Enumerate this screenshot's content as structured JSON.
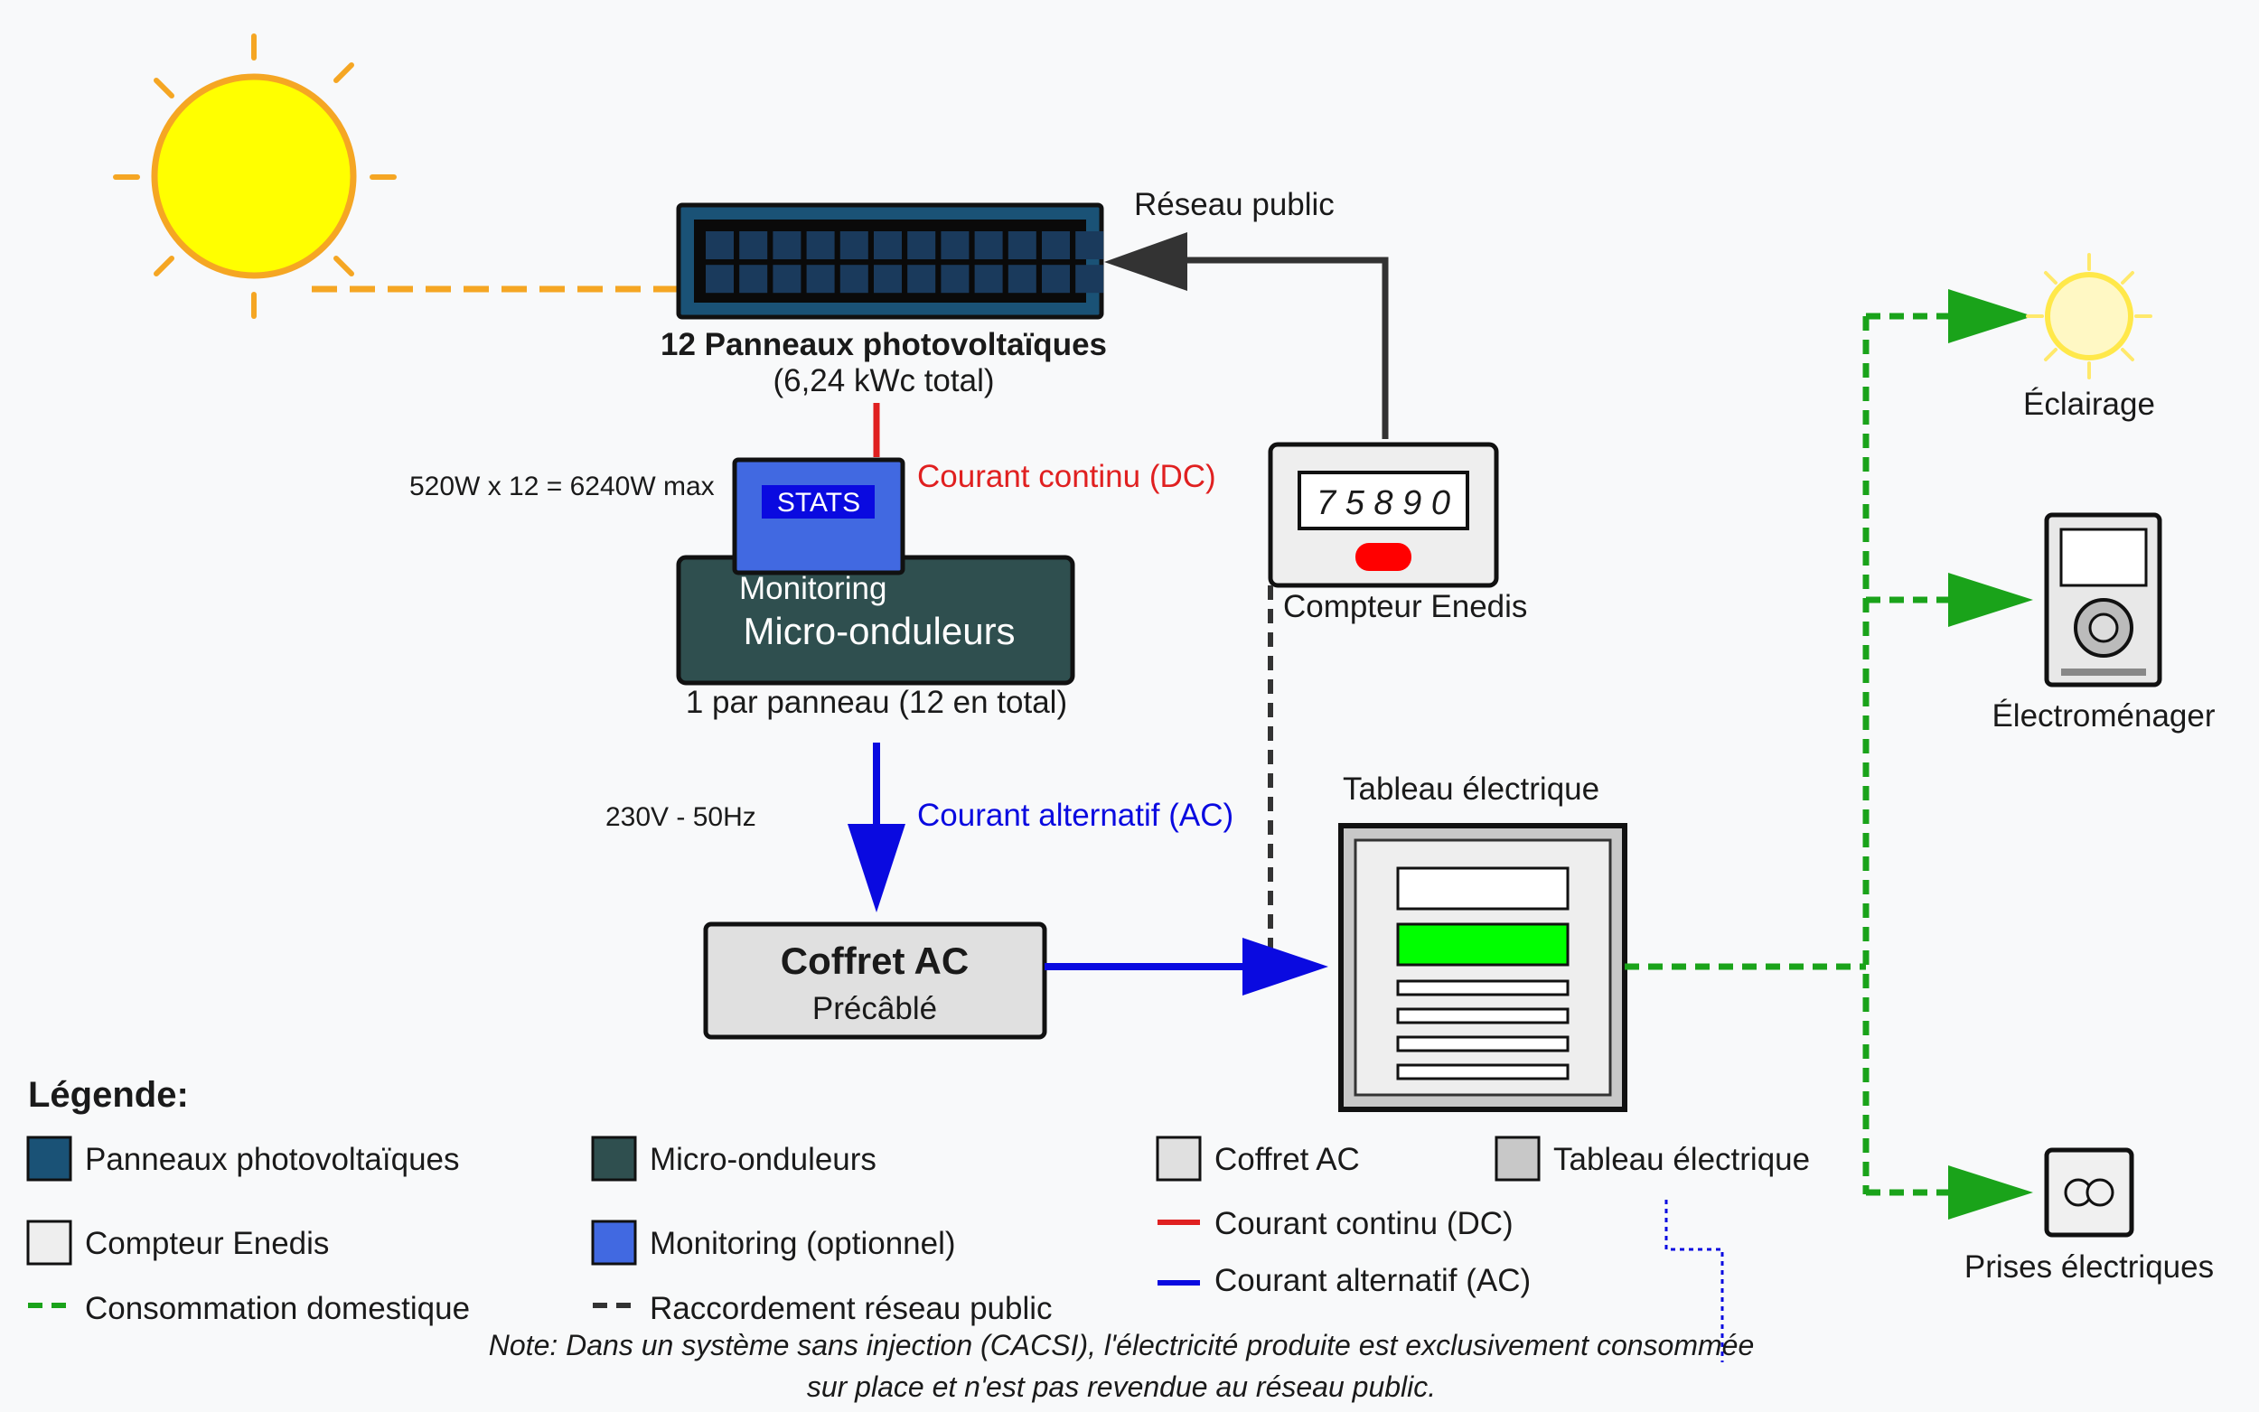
{
  "colors": {
    "background": "#f8f9fa",
    "sun": "#ffff00",
    "sun_stroke": "#f5a623",
    "panel": "#1a5276",
    "micro_inverter": "#2f4f4f",
    "monitoring": "#4169e1",
    "coffret": "#e0e0e0",
    "tableau": "#c8c8c8",
    "compteur": "#eeeeee",
    "dc": "#e02020",
    "ac": "#0a0ae0",
    "domestic": "#1aa31a",
    "grid": "#333333",
    "breaker_green": "#00ff00"
  },
  "icons": [
    "sun-icon",
    "lamp-icon",
    "appliance-icon",
    "outlet-icon",
    "meter-icon"
  ],
  "labels": {
    "panels_title": "12 Panneaux photovoltaïques",
    "panels_sub": "(6,24 kWc total)",
    "reseau_public": "Réseau public",
    "max_power": "520W x 12 = 6240W max",
    "stats": "STATS",
    "dc_label": "Courant continu (DC)",
    "monitoring": "Monitoring",
    "micro_onduleurs": "Micro-onduleurs",
    "micro_sub": "1 par panneau (12 en total)",
    "meter_display": "7 5 8 9 0",
    "compteur": "Compteur Enedis",
    "voltage": "230V - 50Hz",
    "ac_label": "Courant alternatif (AC)",
    "tableau": "Tableau électrique",
    "coffret_title": "Coffret AC",
    "coffret_sub": "Précâblé",
    "eclairage": "Éclairage",
    "electromenager": "Électroménager",
    "prises": "Prises électriques"
  },
  "legend": {
    "title": "Légende:",
    "items": [
      "Panneaux photovoltaïques",
      "Micro-onduleurs",
      "Coffret AC",
      "Tableau électrique",
      "Compteur Enedis",
      "Monitoring (optionnel)",
      "Courant continu (DC)",
      "Courant alternatif (AC)",
      "Consommation domestique",
      "Raccordement réseau public"
    ]
  },
  "note": {
    "line1": "Note: Dans un système sans injection (CACSI), l'électricité produite est exclusivement consommée",
    "line2": "sur place et n'est pas revendue au réseau public."
  }
}
